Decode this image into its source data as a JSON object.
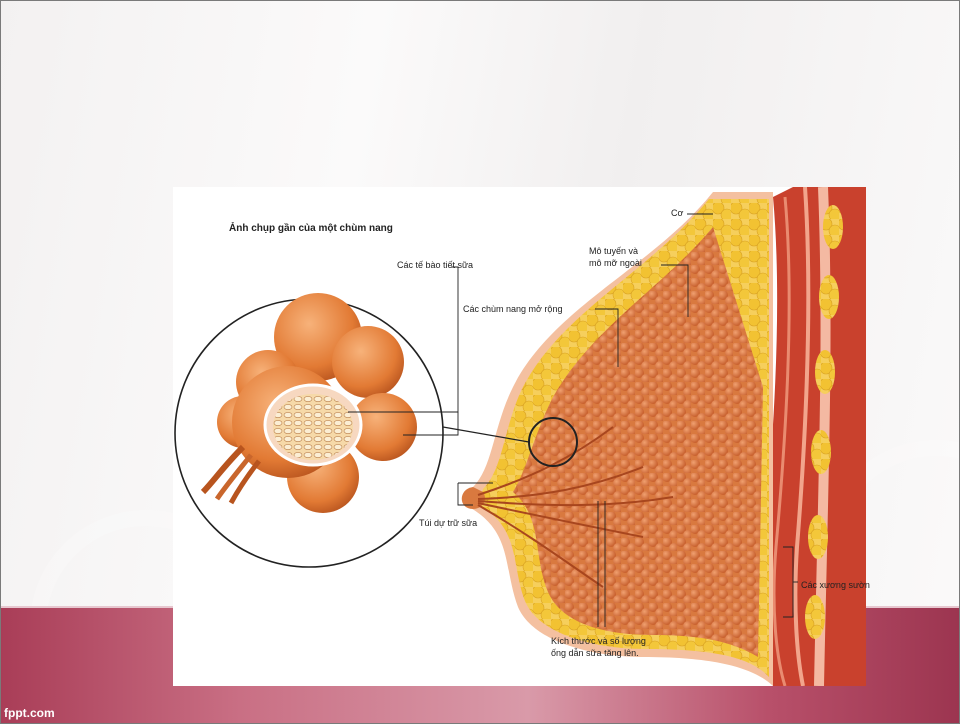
{
  "slide": {
    "brand": "fppt.com",
    "colors": {
      "band": "#b8506a",
      "background": "#f5f3f3"
    }
  },
  "figure": {
    "title": "Ảnh chụp gần của một chùm nang",
    "labels": {
      "muscle": "Cơ",
      "glandular_fat_line1": "Mô tuyến và",
      "glandular_fat_line2": "mô mỡ ngoài",
      "milk_cells": "Các tế bào tiết sữa",
      "lobules": "Các chùm nang mở rộng",
      "milk_sac": "Túi dự trữ sữa",
      "ribs": "Các xương sườn",
      "ducts_line1": "Kích thước và số lượng",
      "ducts_line2": "ống dẫn sữa tăng lên."
    },
    "colors": {
      "tissue": "#e58a46",
      "fat": "#f2c53d",
      "muscle": "#c9412d",
      "line": "#222222"
    }
  }
}
